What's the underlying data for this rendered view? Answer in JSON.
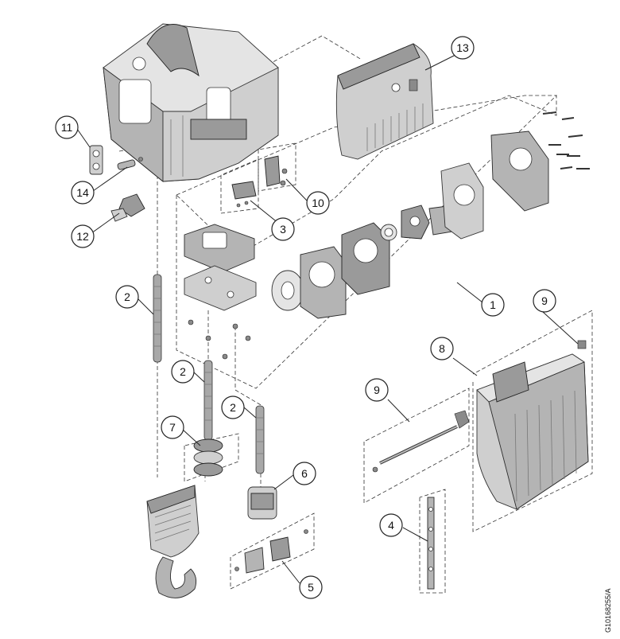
{
  "diagram": {
    "callouts": [
      "1",
      "2",
      "2",
      "2",
      "3",
      "4",
      "5",
      "6",
      "7",
      "8",
      "9",
      "9",
      "10",
      "11",
      "12",
      "13",
      "14"
    ],
    "document_id": "G10168255/A"
  }
}
